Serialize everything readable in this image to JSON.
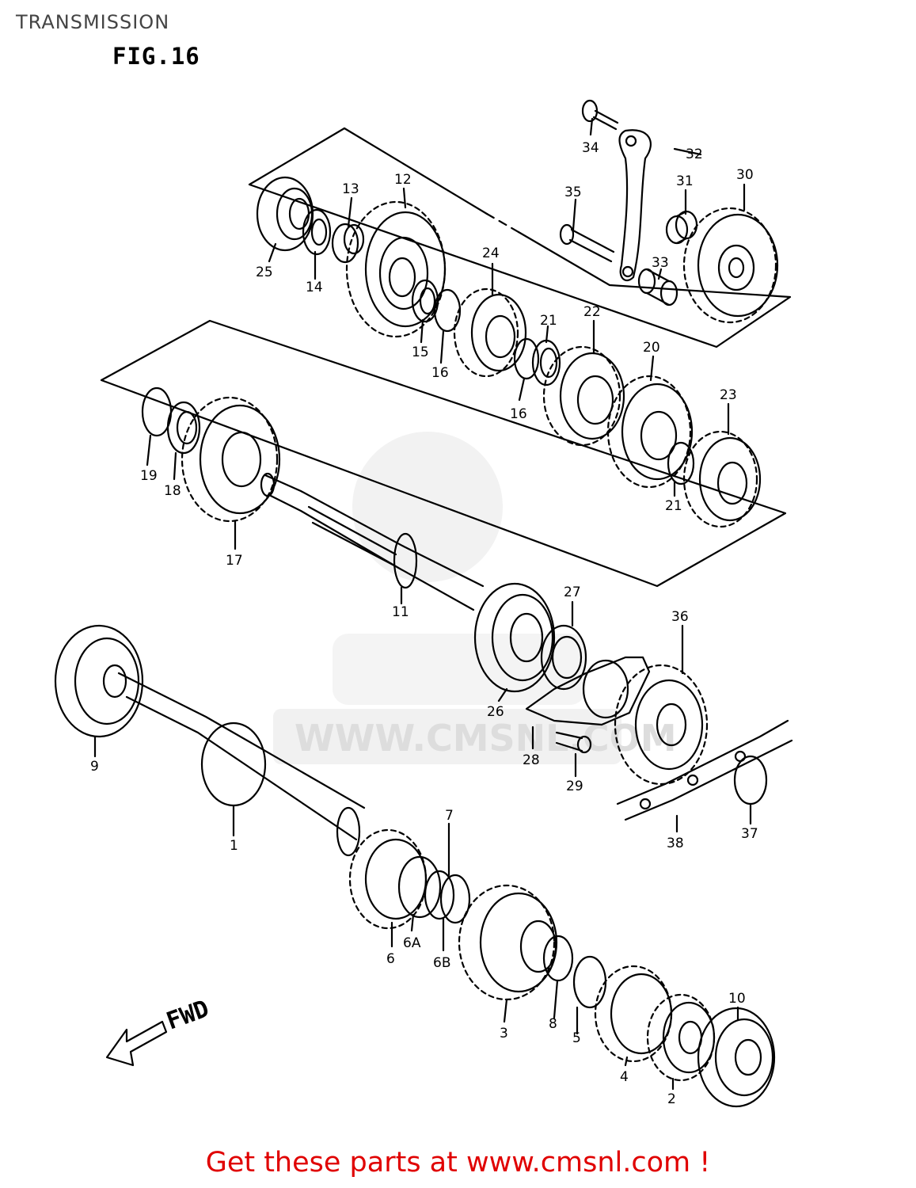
{
  "header": {
    "title": "TRANSMISSION",
    "figure": "FIG.16"
  },
  "diagram": {
    "fwd_label": "FWD",
    "watermark_text": "WWW.CMSNL.COM",
    "callouts": [
      "1",
      "2",
      "3",
      "4",
      "5",
      "6",
      "6A",
      "6B",
      "7",
      "8",
      "9",
      "10",
      "11",
      "12",
      "13",
      "14",
      "15",
      "16",
      "16",
      "17",
      "18",
      "19",
      "20",
      "21",
      "21",
      "22",
      "23",
      "24",
      "25",
      "26",
      "27",
      "28",
      "29",
      "30",
      "31",
      "32",
      "33",
      "34",
      "35",
      "36",
      "37",
      "38"
    ]
  },
  "footer": {
    "link_text": "Get these parts at www.cmsnl.com !"
  }
}
